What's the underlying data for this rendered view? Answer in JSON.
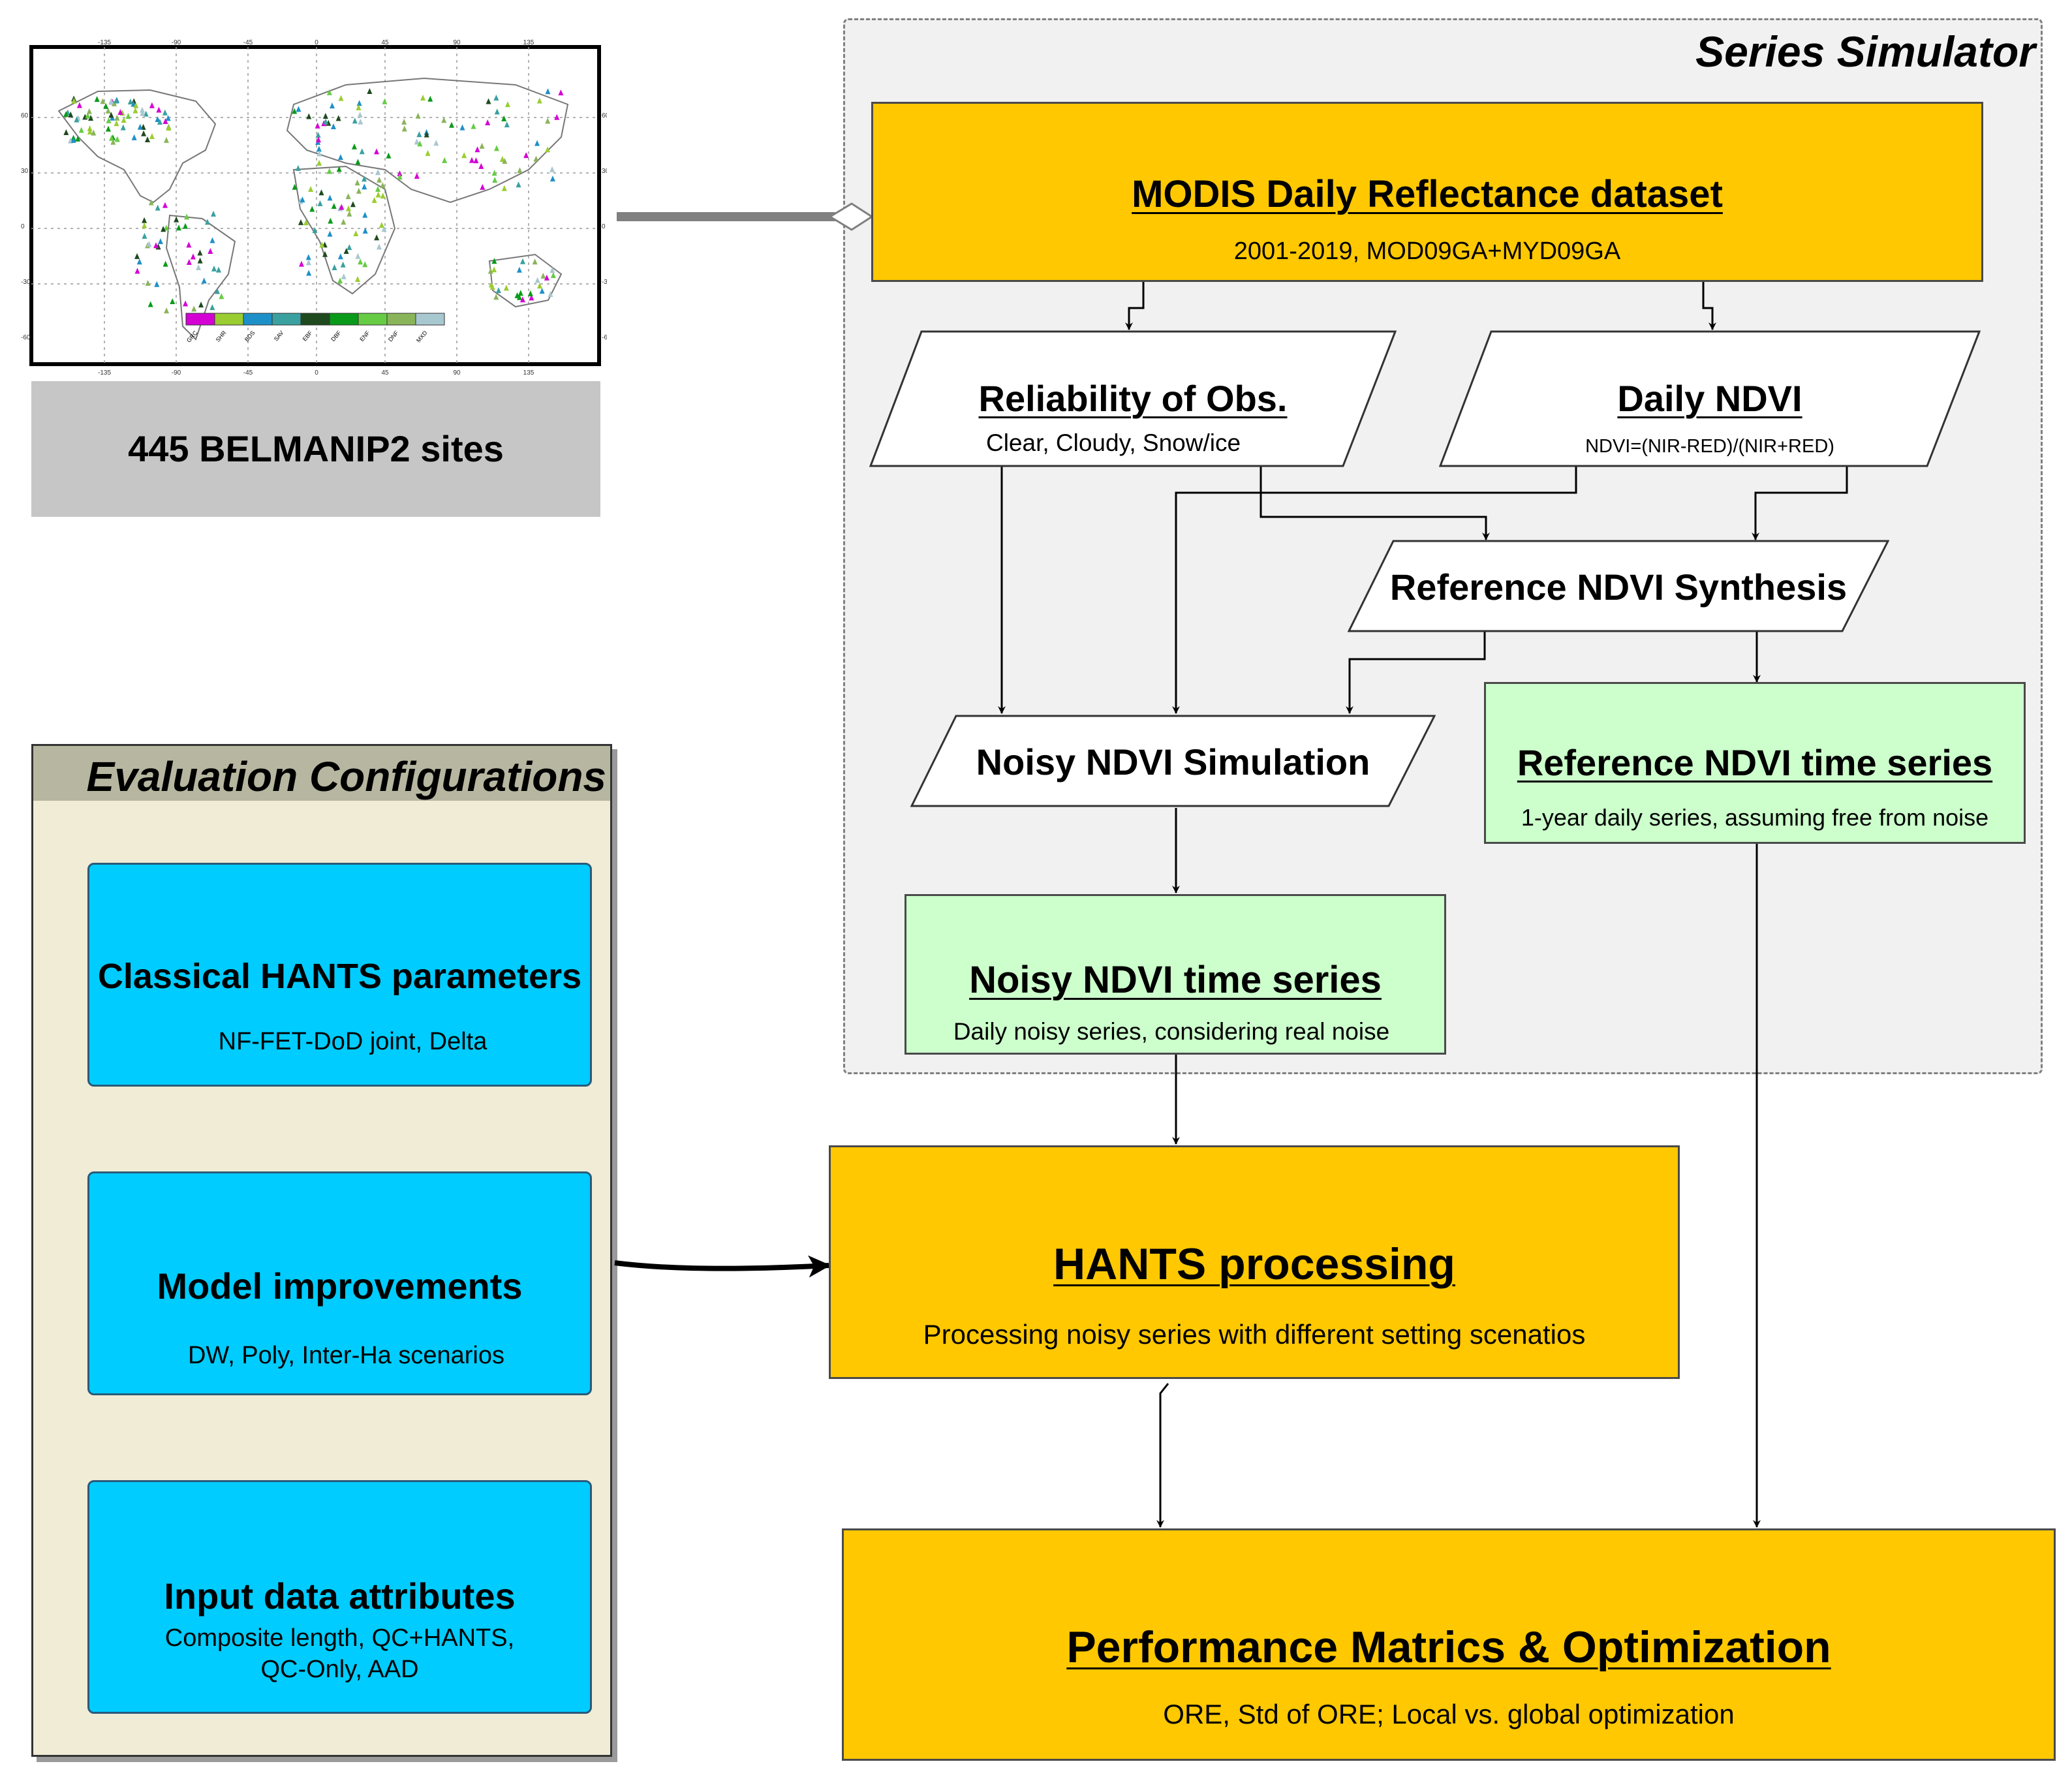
{
  "sites": {
    "label": "445 BELMANIP2 sites"
  },
  "map": {
    "top_ticks": [
      "-135",
      "-90",
      "-45",
      "0",
      "45",
      "90",
      "135"
    ],
    "bottom_ticks": [
      "-135",
      "-90",
      "-45",
      "0",
      "45",
      "90",
      "135"
    ],
    "lat_ticks": [
      "60",
      "30",
      "0",
      "-30",
      "-60"
    ],
    "legend_classes": [
      "GRC",
      "SHR",
      "BDS",
      "SAV",
      "EBF",
      "DBF",
      "ENF",
      "DNF",
      "MXD"
    ],
    "legend_colors": [
      "#d400d4",
      "#9acd32",
      "#1e90c8",
      "#3aa0a0",
      "#1f4a1f",
      "#0a9a1a",
      "#66cc44",
      "#8ab45a",
      "#a8c8d0"
    ]
  },
  "simulator": {
    "title": "Series Simulator",
    "modis": {
      "title": "MODIS Daily Reflectance dataset",
      "sub": "2001-2019, MOD09GA+MYD09GA"
    },
    "reliability": {
      "title": "Reliability of Obs.",
      "sub": "Clear, Cloudy, Snow/ice"
    },
    "daily_ndvi": {
      "title": "Daily NDVI",
      "sub": "NDVI=(NIR-RED)/(NIR+RED)"
    },
    "ref_synthesis": {
      "title": "Reference NDVI Synthesis"
    },
    "noisy_sim": {
      "title": "Noisy NDVI Simulation"
    },
    "ref_series": {
      "title": "Reference NDVI time series",
      "sub": "1-year daily series, assuming free from noise"
    },
    "noisy_series": {
      "title": "Noisy NDVI time series",
      "sub": "Daily noisy series, considering real noise"
    }
  },
  "evaluation": {
    "title": "Evaluation Configurations",
    "classical": {
      "title": "Classical HANTS parameters",
      "sub": "NF-FET-DoD joint, Delta"
    },
    "model": {
      "title": "Model improvements",
      "sub": "DW, Poly, Inter-Ha scenarios"
    },
    "input": {
      "title": "Input data attributes",
      "sub1": "Composite length, QC+HANTS,",
      "sub2": "QC-Only, AAD"
    }
  },
  "hants": {
    "title": "HANTS processing",
    "sub": "Processing noisy series with different setting scenatios"
  },
  "performance": {
    "title": "Performance Matrics & Optimization",
    "sub": "ORE, Std of ORE; Local vs. global optimization"
  },
  "colors": {
    "yellow": "#ffc800",
    "green": "#ccffcc",
    "cyan": "#00ccff",
    "panel": "#f0ecd6",
    "gray": "#c6c6c6"
  }
}
